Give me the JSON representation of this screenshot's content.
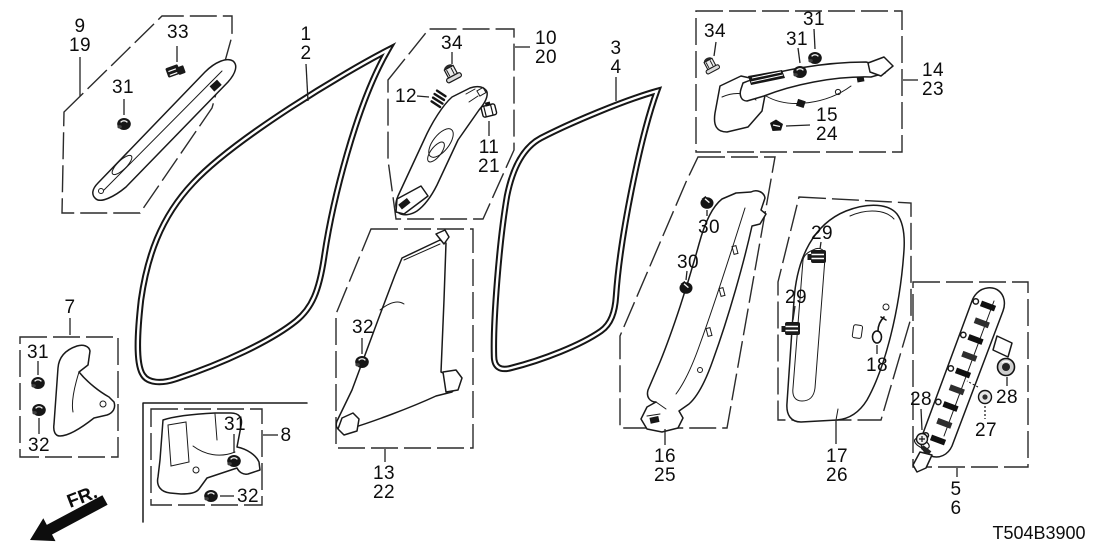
{
  "diagram": {
    "code": "T504B3900",
    "orientation_label": "FR.",
    "callouts": {
      "c01": "9\n19",
      "c02": "33",
      "c03": "31",
      "c04": "1\n2",
      "c05": "34",
      "c06": "12",
      "c07": "10\n20",
      "c08": "11\n21",
      "c09": "3\n4",
      "c10": "34",
      "c11": "31",
      "c12": "31",
      "c13": "14\n23",
      "c14": "15\n24",
      "c15": "30",
      "c16": "30",
      "c17": "16\n25",
      "c18": "29",
      "c19": "29",
      "c20": "18",
      "c21": "17\n26",
      "c22": "28",
      "c23": "27",
      "c24": "28",
      "c25": "5\n6",
      "c26": "7",
      "c27": "31",
      "c28": "32",
      "c29": "8",
      "c30": "31",
      "c31": "32",
      "c32": "32",
      "c33": "13\n22"
    }
  }
}
